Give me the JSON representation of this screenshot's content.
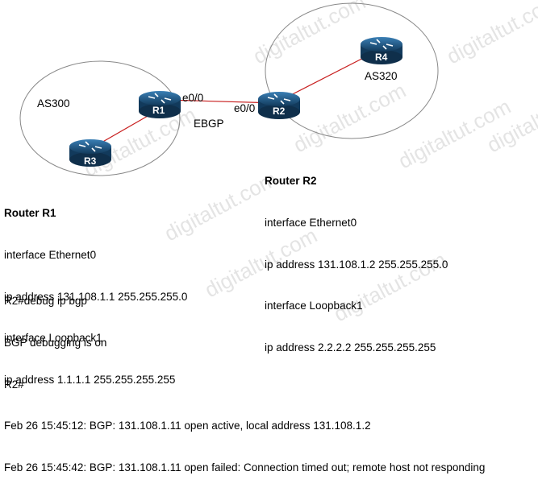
{
  "diagram": {
    "as_labels": {
      "as300": "AS300",
      "as320": "AS320"
    },
    "routers": {
      "r1": "R1",
      "r2": "R2",
      "r3": "R3",
      "r4": "R4"
    },
    "interfaces": {
      "r1_e0": "e0/0",
      "r2_e0": "e0/0"
    },
    "link_label": "EBGP",
    "watermark": "digitaltut.com",
    "colors": {
      "router_body": "#1b4f7a",
      "link": "#c81e1e",
      "circle": "#888888"
    }
  },
  "router_r1_config": {
    "title": "Router R1",
    "lines": [
      "interface Ethernet0",
      "ip address 131.108.1.1 255.255.255.0",
      "interface Loopback1",
      "ip address 1.1.1.1 255.255.255.255"
    ]
  },
  "router_r2_config": {
    "title": "Router R2",
    "lines": [
      "interface Ethernet0",
      "ip address 131.108.1.2 255.255.255.0",
      "interface Loopback1",
      "ip address 2.2.2.2 255.255.255.255"
    ]
  },
  "console": {
    "lines": [
      "R2#debug ip bgp",
      "BGP debugging is on",
      "R2#",
      "Feb 26 15:45:12: BGP: 131.108.1.11 open active, local address 131.108.1.2",
      "Feb 26 15:45:42: BGP: 131.108.1.11 open failed: Connection timed out; remote host not responding"
    ]
  }
}
